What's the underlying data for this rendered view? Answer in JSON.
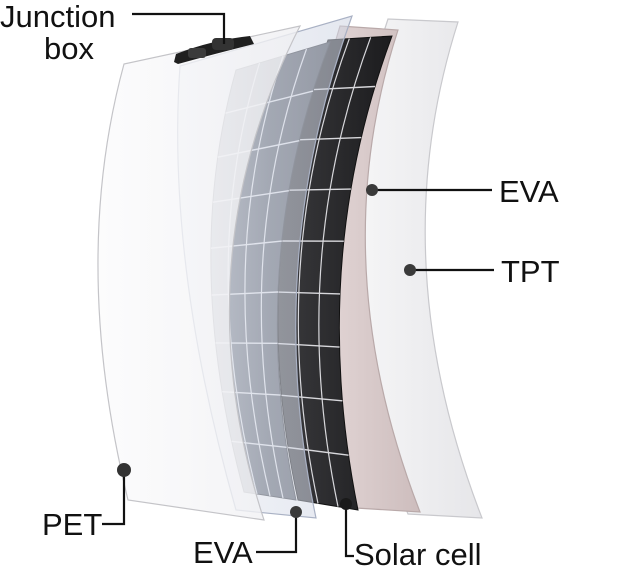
{
  "labels": {
    "junction_box_line1": "Junction",
    "junction_box_line2": "box",
    "eva_right": "EVA",
    "tpt": "TPT",
    "pet": "PET",
    "eva_bottom": "EVA",
    "solar_cell": "Solar cell"
  },
  "colors": {
    "pet": "#f7f7f8",
    "eva_front": "#dde2ee",
    "solar_cell_front": "#6d737f",
    "solar_cell_back": "#2c2c2e",
    "eva_back": "#ddcfcf",
    "tpt": "#f0f0f2",
    "junction_box": "#2a2a2a",
    "leader_lines": "#111111"
  }
}
